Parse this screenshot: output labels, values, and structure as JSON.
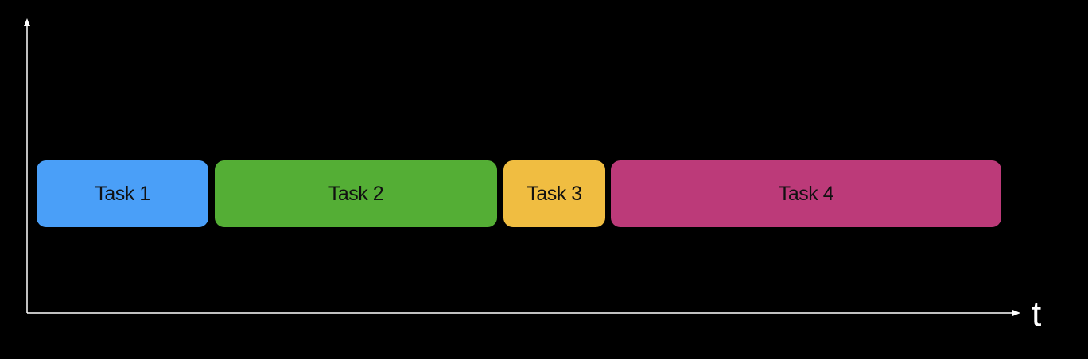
{
  "diagram": {
    "x_axis_label": "t",
    "tasks": [
      {
        "label": "Task 1",
        "color": "#4a9ff8"
      },
      {
        "label": "Task 2",
        "color": "#54ae35"
      },
      {
        "label": "Task 3",
        "color": "#f0bd41"
      },
      {
        "label": "Task 4",
        "color": "#bc3a79"
      }
    ],
    "colors": {
      "background": "#000000",
      "axis": "#ffffff",
      "text": "#111111"
    }
  }
}
